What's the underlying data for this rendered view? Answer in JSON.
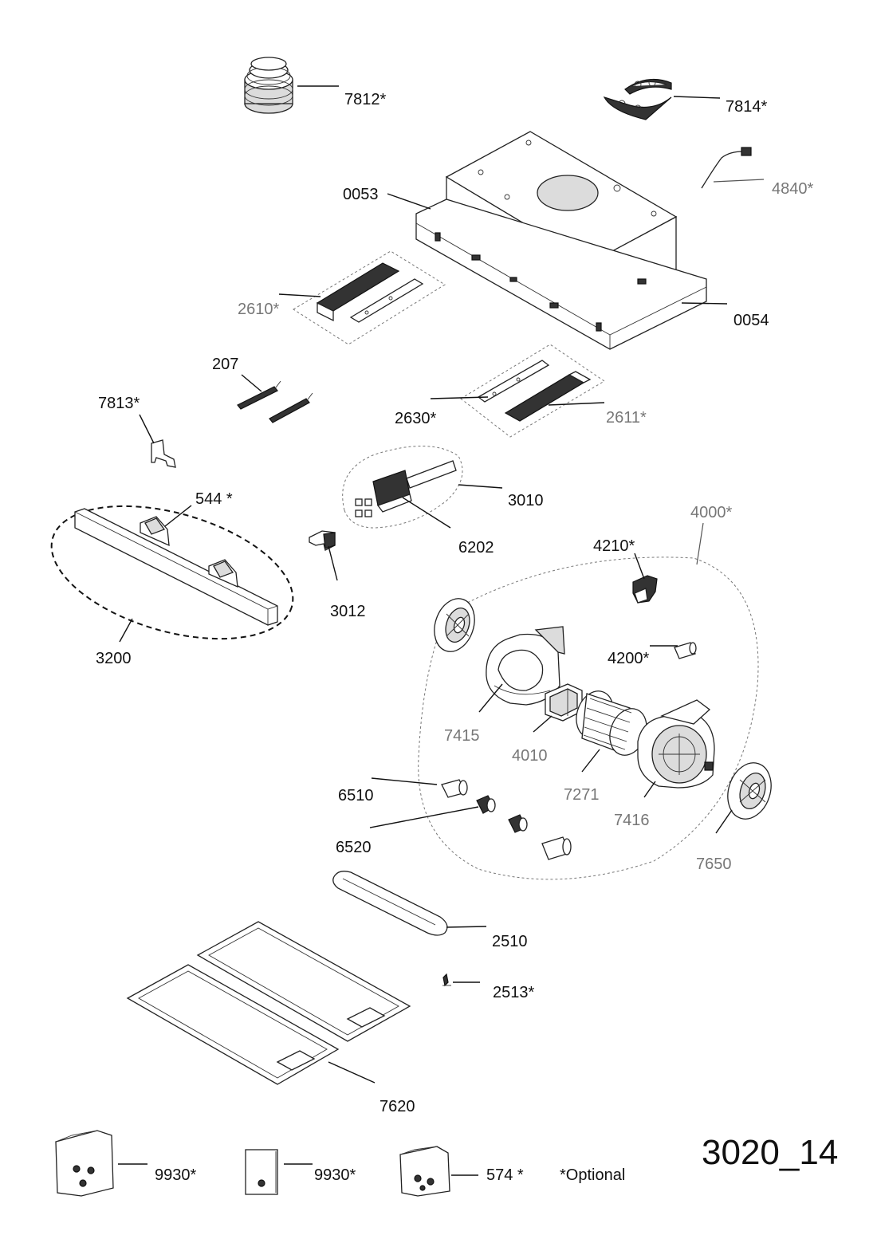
{
  "drawing_number": "3020_14",
  "legend": "*Optional",
  "labels": {
    "p7812": "7812*",
    "p7814": "7814*",
    "p0053": "0053",
    "p4840": "4840*",
    "p2610": "2610*",
    "p0054": "0054",
    "p207": "207",
    "p7813": "7813*",
    "p2630": "2630*",
    "p2611": "2611*",
    "p544": "544 *",
    "p3010": "3010",
    "p4000": "4000*",
    "p6202": "6202",
    "p4210": "4210*",
    "p3012": "3012",
    "p3200": "3200",
    "p4200": "4200*",
    "p7415": "7415",
    "p4010": "4010",
    "p7271": "7271",
    "p6510": "6510",
    "p7416": "7416",
    "p6520": "6520",
    "p7650": "7650",
    "p2510": "2510",
    "p2513": "2513*",
    "p7620": "7620",
    "p9930a": "9930*",
    "p9930b": "9930*",
    "p574": "574 *"
  }
}
